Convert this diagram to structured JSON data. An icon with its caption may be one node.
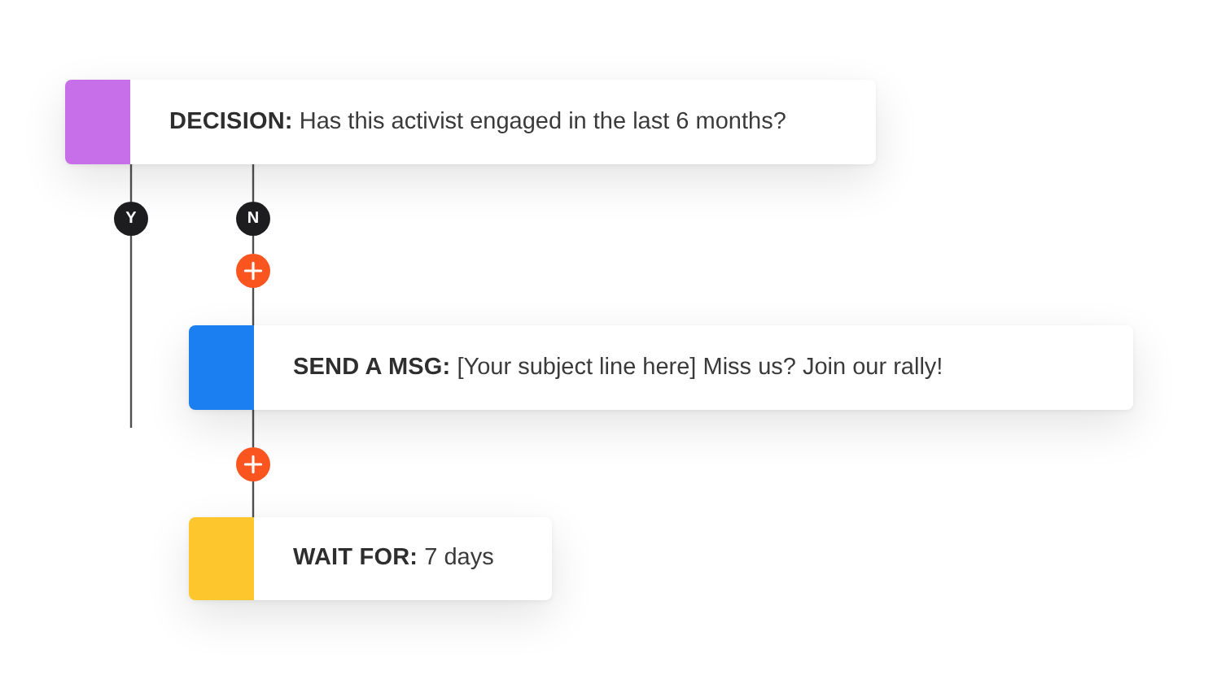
{
  "diagram": {
    "nodes": [
      {
        "text": [
          "**DECISION:** Has this activist engaged in the last 6 months?"
        ]
      },
      {
        "text": [
          "Y"
        ]
      },
      {
        "text": [
          "N"
        ]
      },
      {
        "text": [],
        "shape": "circle"
      },
      {
        "text": [
          "**SEND A MSG:** [Your subject line here] Miss us? Join our rally!"
        ]
      },
      {
        "text": [],
        "shape": "circle"
      },
      {
        "text": [
          "**WAIT FOR:** 7 days"
        ]
      }
    ],
    "edges": [
      {
        "from": 0,
        "to": 1,
        "arrow": "none"
      },
      {
        "from": 0,
        "to": 2,
        "arrow": "none"
      },
      {
        "from": 1,
        "to": null,
        "arrow": "none"
      },
      {
        "from": 2,
        "to": 3,
        "arrow": "none"
      },
      {
        "from": 3,
        "to": 4,
        "arrow": "none"
      },
      {
        "from": 4,
        "to": 5,
        "arrow": "none"
      },
      {
        "from": 5,
        "to": 6,
        "arrow": "none"
      }
    ]
  }
}
